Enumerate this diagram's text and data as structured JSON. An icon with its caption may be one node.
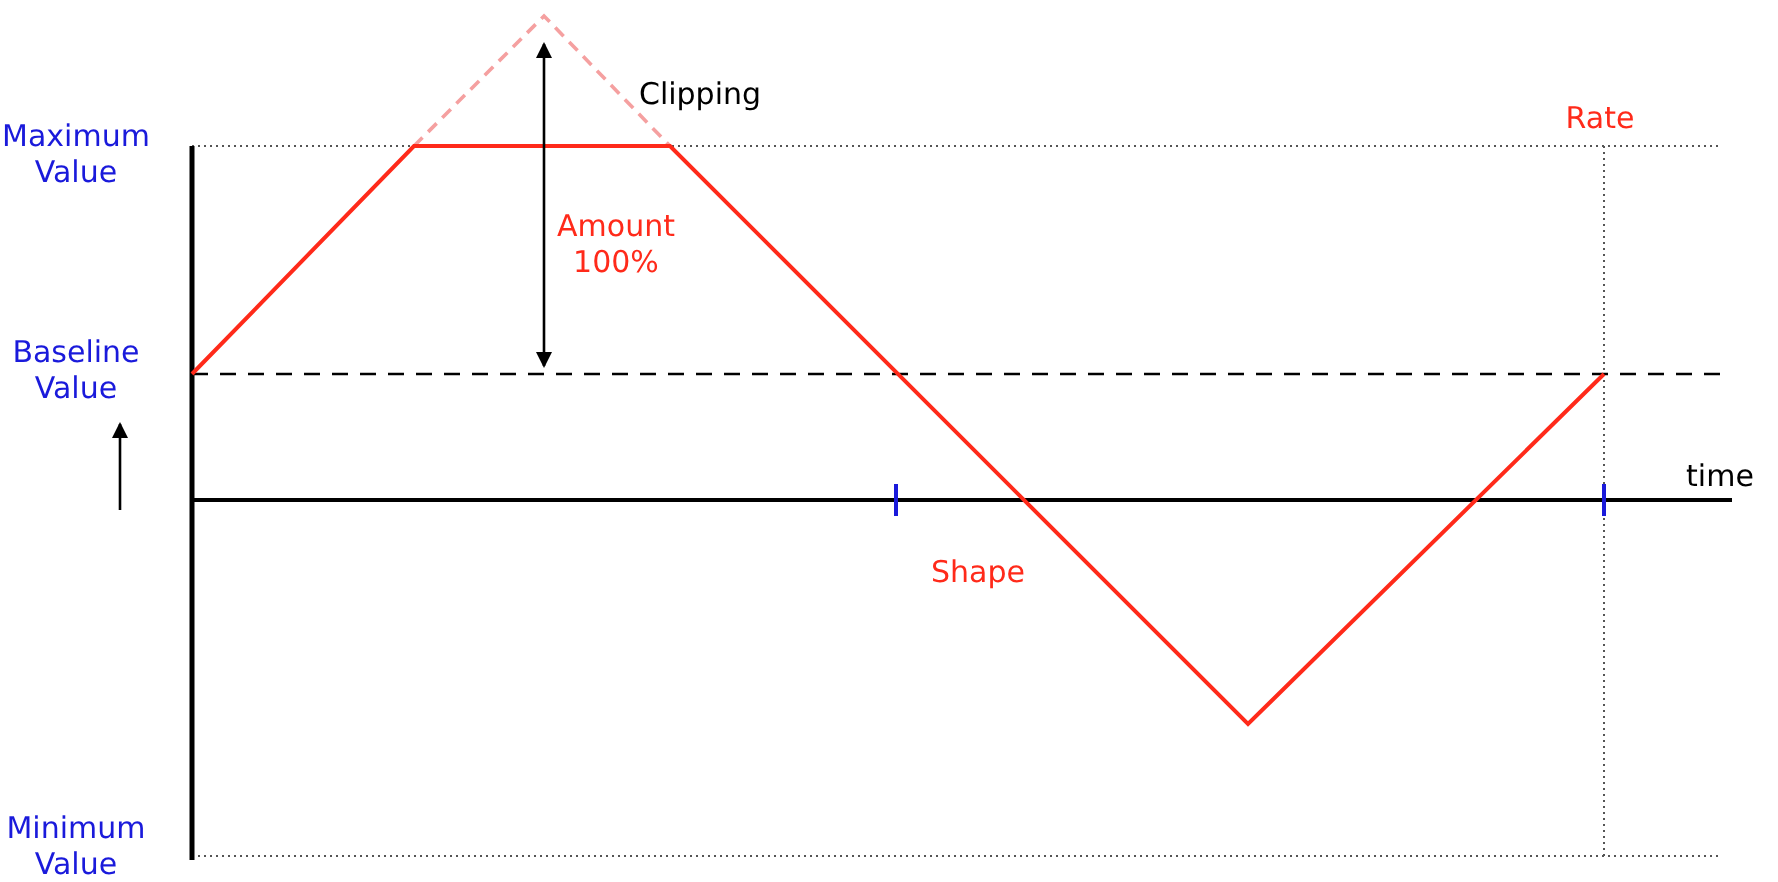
{
  "diagram": {
    "labels": [
      "Clipping",
      "Maximum Value",
      "Rate",
      "Amount 100%",
      "Baseline Value",
      "time",
      "Shape",
      "Minimum Value"
    ]
  }
}
